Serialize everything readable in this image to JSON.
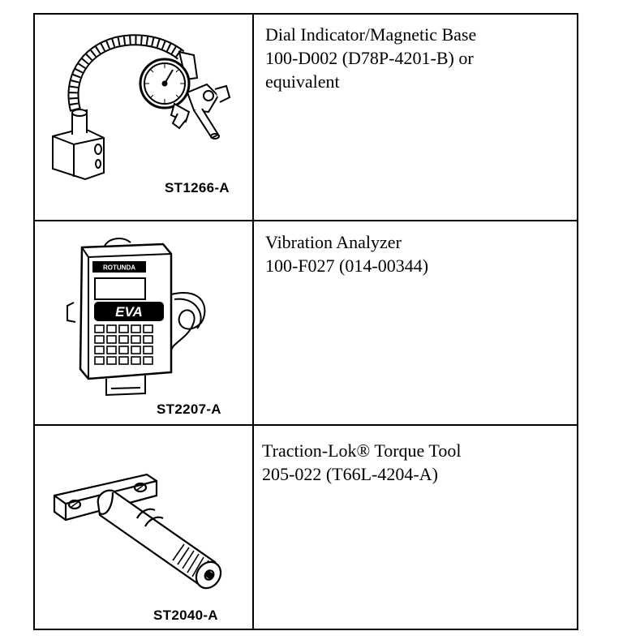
{
  "tools": [
    {
      "illustration_icon": "dial-indicator-magnetic-base-icon",
      "figure_code": "ST1266-A",
      "lines": [
        "Dial Indicator/Magnetic Base",
        "100-D002 (D78P-4201-B) or",
        "equivalent"
      ]
    },
    {
      "illustration_icon": "vibration-analyzer-icon",
      "figure_code": "ST2207-A",
      "lines": [
        "Vibration Analyzer",
        "100-F027 (014-00344)"
      ]
    },
    {
      "illustration_icon": "traction-lok-torque-tool-icon",
      "figure_code": "ST2040-A",
      "lines": [
        "Traction-Lok® Torque Tool",
        "205-022 (T66L-4204-A)"
      ]
    }
  ],
  "analyzer_brand_text": "ROTUNDA",
  "analyzer_screen_text": "EVA"
}
